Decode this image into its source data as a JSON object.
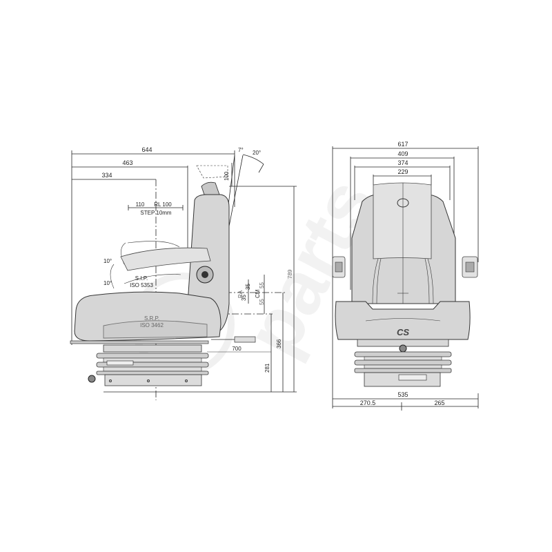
{
  "title": "Seat technical dimension drawing",
  "colors": {
    "line": "#222222",
    "seat_fill": "#d6d6d6",
    "seat_dark": "#c8c8c8",
    "watermark": "#e8e8e8",
    "background": "#ffffff"
  },
  "watermark": {
    "text": "parts"
  },
  "side_view": {
    "dimensions": {
      "overall_depth": "644",
      "depth_to_back": "463",
      "depth_to_sip": "334",
      "backrest_angle_a": "7°",
      "backrest_angle_b": "20°",
      "headrest_travel": "100",
      "slide_travel": "110",
      "slide_label": "RL 100",
      "slide_step": "STEP 10mm",
      "cushion_tilt_up": "10°",
      "cushion_tilt_down": "10°",
      "overall_height": "789",
      "ra_label": "RA",
      "ra_up": "35",
      "ra_down": "35",
      "cm_label": "CM",
      "cm_up": "55",
      "cm_down": "55",
      "height_to_seat": "366",
      "height_to_base": "281",
      "pipe_length": "700"
    },
    "labels": {
      "sip": "S.I.P.",
      "sip_iso": "ISO 5353",
      "srp": "S.R.P.",
      "srp_iso": "ISO 3462"
    }
  },
  "front_view": {
    "dimensions": {
      "overall_width": "617",
      "armrest_width": "409",
      "backrest_width": "374",
      "headrest_width": "229",
      "base_width": "535",
      "base_left": "270.5",
      "base_right": "265"
    },
    "logo": "CS"
  }
}
